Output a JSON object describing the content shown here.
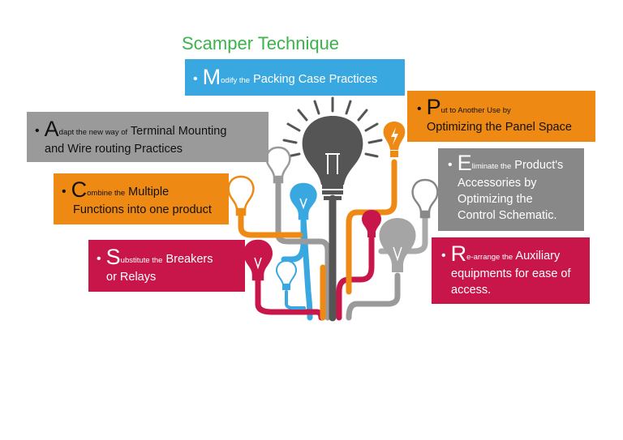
{
  "title": "Scamper Technique",
  "colors": {
    "title": "#3bb34a",
    "blue": "#3aa8e0",
    "orange": "#ee8a13",
    "gray": "#9a9a9a",
    "dark_gray": "#888888",
    "crimson": "#c8164a",
    "bulb_center": "#555555"
  },
  "items": {
    "modify": {
      "bullet": "•",
      "letter": "M",
      "small": "odify the",
      "rest": " Packing Case Practices"
    },
    "put": {
      "bullet": "•",
      "letter": "P",
      "small": "ut to Another Use by",
      "rest": "Optimizing the Panel Space"
    },
    "adapt": {
      "bullet": "•",
      "letter": "A",
      "small": "dapt the new way of",
      "rest1": " Terminal Mounting",
      "rest2": "and Wire routing Practices"
    },
    "combine": {
      "bullet": "•",
      "letter": "C",
      "small": "ombine the",
      "rest1": " Multiple",
      "rest2": "Functions into one product"
    },
    "eliminate": {
      "bullet": "•",
      "letter": "E",
      "small": "liminate the",
      "rest1": " Product's",
      "rest2": "Accessories by",
      "rest3": "Optimizing the",
      "rest4": "Control Schematic."
    },
    "substitute": {
      "bullet": "•",
      "letter": "S",
      "small": "ubstitute the",
      "rest1": " Breakers",
      "rest2": "or Relays"
    },
    "rearrange": {
      "bullet": "•",
      "letter": "R",
      "small": "e-arrange the",
      "rest1": " Auxiliary",
      "rest2": "equipments for ease of",
      "rest3": "access."
    }
  },
  "icons": {
    "center_bulb": "lightbulb-icon",
    "small_bulbs": "lightbulb-outline-icon",
    "lightning": "lightning-bulb-icon"
  }
}
